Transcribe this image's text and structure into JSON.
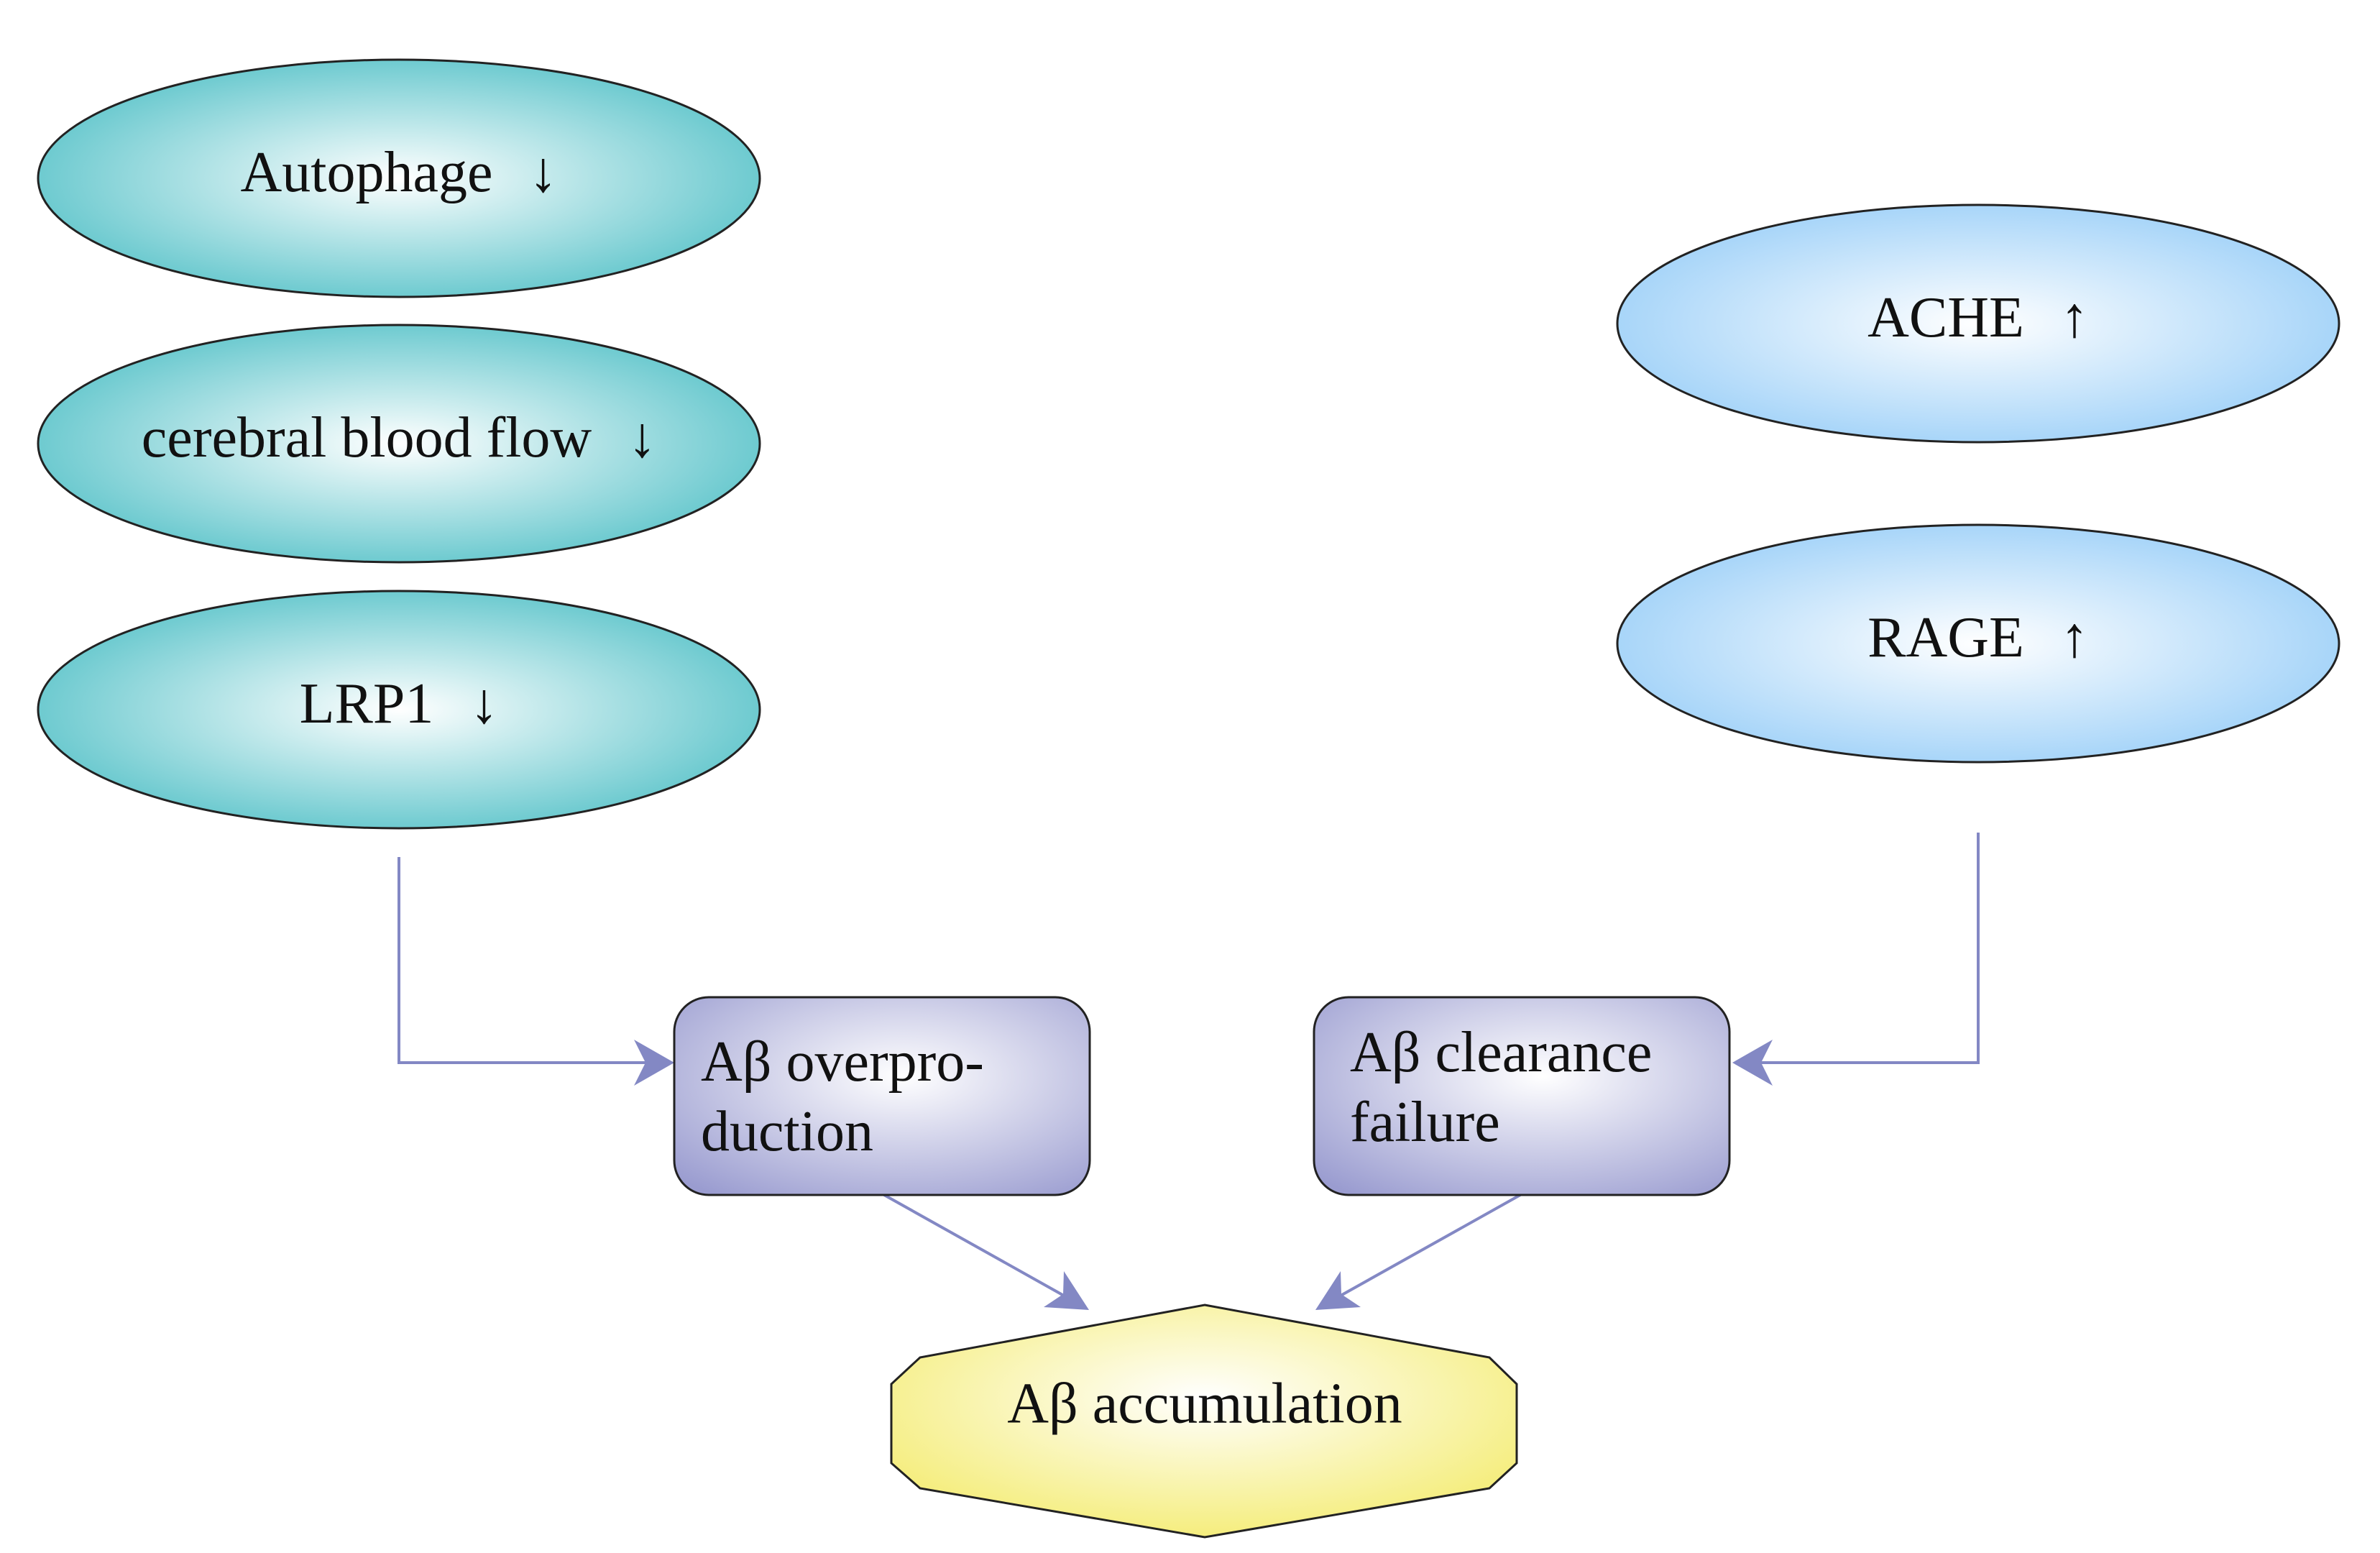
{
  "colors": {
    "teal": "#5fc5cb",
    "light_blue": "#9fd1f8",
    "slate_purple": "#9a9cd0",
    "yellow": "#f4ec72",
    "arrow": "#8388c4",
    "outline": "#222222"
  },
  "left_factors": [
    {
      "label": "Autophage",
      "arrow": "↓"
    },
    {
      "label": "cerebral blood flow",
      "arrow": "↓"
    },
    {
      "label": "LRP1",
      "arrow": "↓"
    }
  ],
  "right_factors": [
    {
      "label": "ACHE",
      "arrow": "↑"
    },
    {
      "label": "RAGE",
      "arrow": "↑"
    }
  ],
  "processes": {
    "overproduction": {
      "line1": "Aβ overpro-",
      "line2": "duction"
    },
    "clearance_failure": {
      "line1": "Aβ clearance",
      "line2": "failure"
    }
  },
  "outcome": {
    "label": "Aβ accumulation"
  },
  "edges": [
    {
      "from": "left_factors",
      "to": "overproduction"
    },
    {
      "from": "right_factors",
      "to": "clearance_failure"
    },
    {
      "from": "overproduction",
      "to": "outcome"
    },
    {
      "from": "clearance_failure",
      "to": "outcome"
    }
  ]
}
